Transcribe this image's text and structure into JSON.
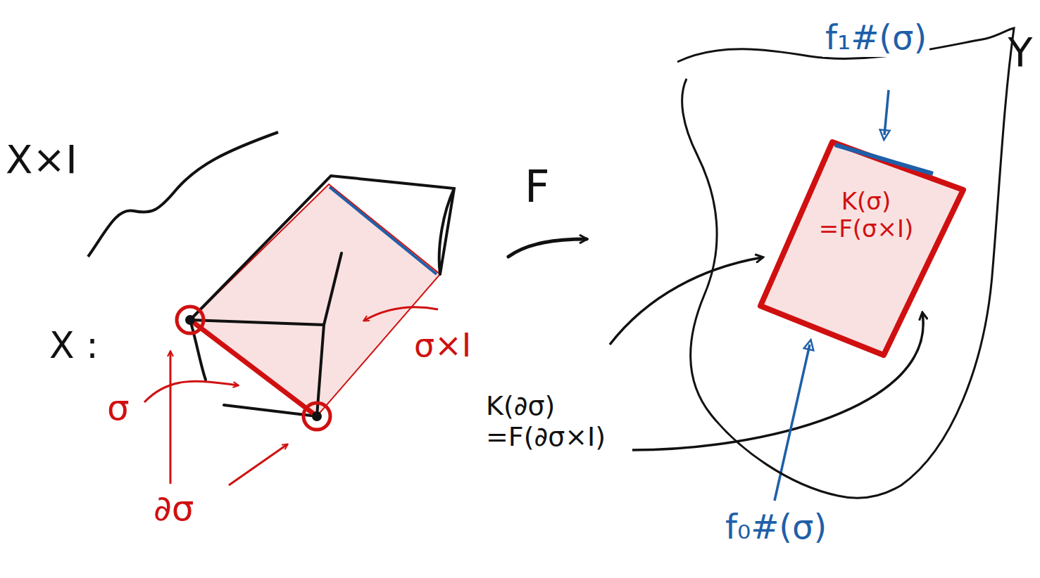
{
  "diagram": {
    "nodes": [
      {
        "text": [
          "Y"
        ]
      },
      {
        "text": [
          "K(σ) =F(σ×I)"
        ],
        "in": 0
      }
    ],
    "labels": [
      "X×I",
      "X :",
      "σ",
      "∂σ",
      "σ×I",
      "F",
      "f₁#(σ)",
      "K(∂σ) =F(∂σ×I)",
      "f₀#(σ)"
    ]
  }
}
